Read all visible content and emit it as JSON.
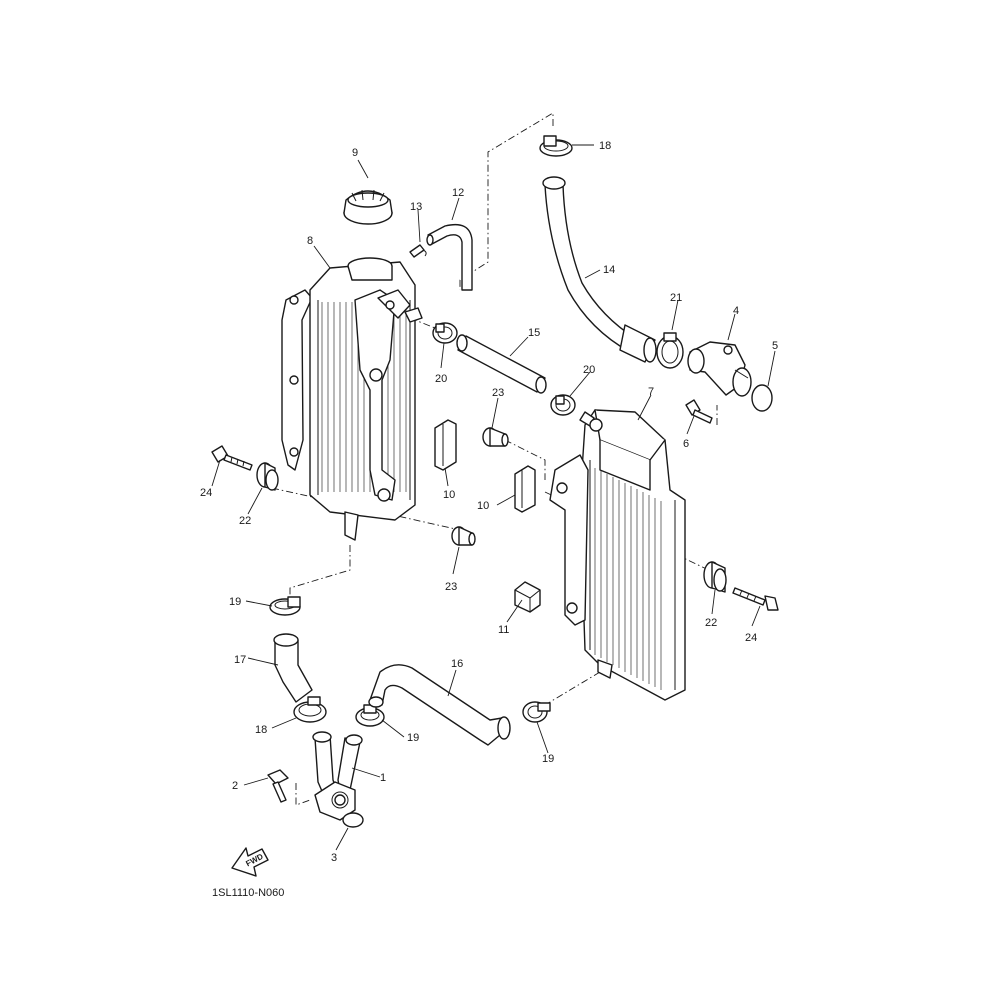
{
  "diagram": {
    "code": "1SL1110-N060",
    "fwd_label": "FWD",
    "callouts": [
      {
        "id": "c9",
        "label": "9"
      },
      {
        "id": "c18a",
        "label": "18"
      },
      {
        "id": "c12",
        "label": "12"
      },
      {
        "id": "c13",
        "label": "13"
      },
      {
        "id": "c8",
        "label": "8"
      },
      {
        "id": "c14",
        "label": "14"
      },
      {
        "id": "c21",
        "label": "21"
      },
      {
        "id": "c4",
        "label": "4"
      },
      {
        "id": "c5",
        "label": "5"
      },
      {
        "id": "c15",
        "label": "15"
      },
      {
        "id": "c20a",
        "label": "20"
      },
      {
        "id": "c20b",
        "label": "20"
      },
      {
        "id": "c23a",
        "label": "23"
      },
      {
        "id": "c7",
        "label": "7"
      },
      {
        "id": "c6",
        "label": "6"
      },
      {
        "id": "c10a",
        "label": "10"
      },
      {
        "id": "c10b",
        "label": "10"
      },
      {
        "id": "c24a",
        "label": "24"
      },
      {
        "id": "c22a",
        "label": "22"
      },
      {
        "id": "c23b",
        "label": "23"
      },
      {
        "id": "c19a",
        "label": "19"
      },
      {
        "id": "c22b",
        "label": "22"
      },
      {
        "id": "c24b",
        "label": "24"
      },
      {
        "id": "c11",
        "label": "11"
      },
      {
        "id": "c17",
        "label": "17"
      },
      {
        "id": "c16",
        "label": "16"
      },
      {
        "id": "c18b",
        "label": "18"
      },
      {
        "id": "c19b",
        "label": "19"
      },
      {
        "id": "c19c",
        "label": "19"
      },
      {
        "id": "c2",
        "label": "2"
      },
      {
        "id": "c1",
        "label": "1"
      },
      {
        "id": "c3",
        "label": "3"
      }
    ]
  }
}
